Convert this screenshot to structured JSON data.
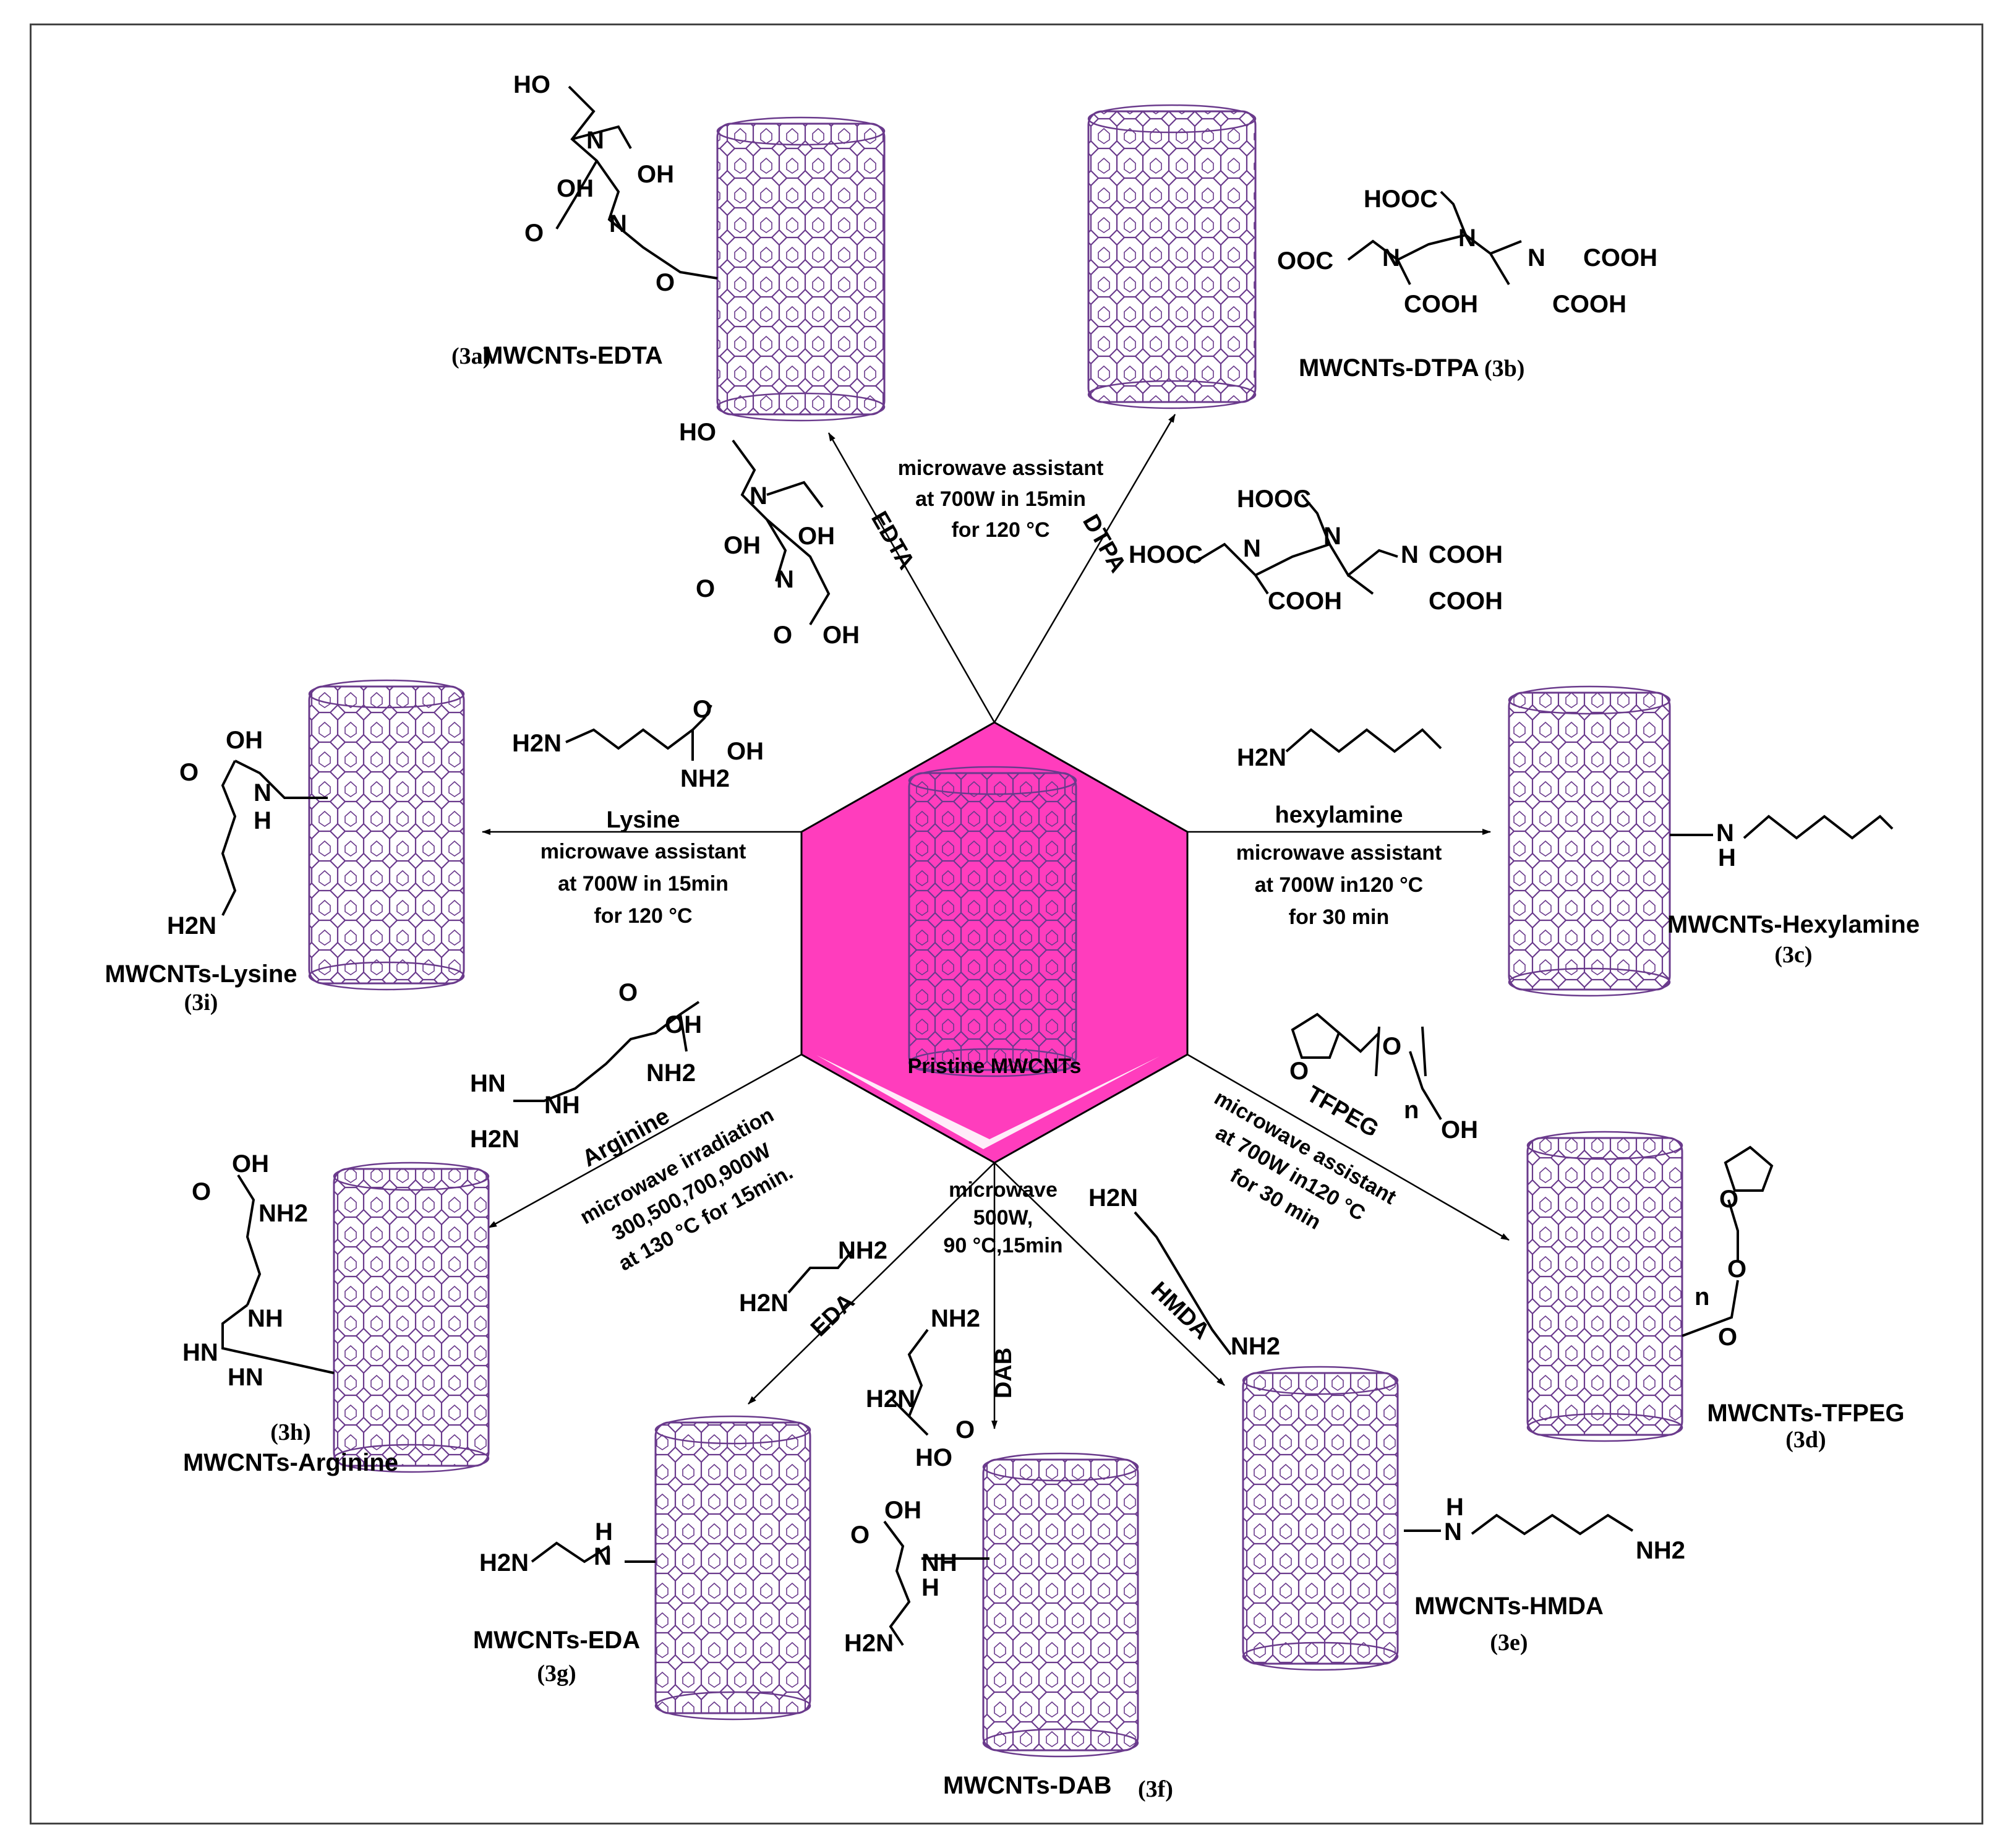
{
  "center": {
    "label": "Pristine MWCNTs",
    "hex_color": "#ff3dbd",
    "tube_color": "#6a3a8c"
  },
  "reagents": {
    "edta": "EDTA",
    "dtpa": "DTPA",
    "lysine": "Lysine",
    "hexylamine": "hexylamine",
    "arginine": "Arginine",
    "tfpeg": "TFPEG",
    "eda": "EDA",
    "dab": "DAB",
    "hmda": "HMDA"
  },
  "conditions": {
    "top": [
      "microwave assistant",
      "at 700W in 15min",
      "for 120 °C"
    ],
    "left": [
      "microwave assistant",
      "at 700W in 15min",
      "for 120 °C"
    ],
    "right": [
      "microwave assistant",
      "at 700W in120 °C",
      "for 30 min"
    ],
    "lower_left": [
      "microwave irradiation",
      "300,500,700,900W",
      "at 130 °C for 15min."
    ],
    "lower_right": [
      "microwave assistant",
      "at 700W in120 °C",
      "for 30 min"
    ],
    "bottom": [
      "microwave",
      "500W,",
      "90 °C,15min"
    ]
  },
  "products": {
    "p3a": {
      "name": "MWCNTs-EDTA",
      "code": "(3a)"
    },
    "p3b": {
      "name": "MWCNTs-DTPA",
      "code": "(3b)"
    },
    "p3c": {
      "name": "MWCNTs-Hexylamine",
      "code": "(3c)"
    },
    "p3d": {
      "name": "MWCNTs-TFPEG",
      "code": "(3d)"
    },
    "p3e": {
      "name": "MWCNTs-HMDA",
      "code": "(3e)"
    },
    "p3f": {
      "name": "MWCNTs-DAB",
      "code": "(3f)"
    },
    "p3g": {
      "name": "MWCNTs-EDA",
      "code": "(3g)"
    },
    "p3h": {
      "name": "MWCNTs-Arginine",
      "code": "(3h)"
    },
    "p3i": {
      "name": "MWCNTs-Lysine",
      "code": "(3i)"
    }
  },
  "atoms": {
    "ho": "HO",
    "oh": "OH",
    "o": "O",
    "n": "N",
    "h": "H",
    "nh": "NH",
    "hn": "HN",
    "h2n": "H2N",
    "nh2": "NH2",
    "hooc": "HOOC",
    "cooh": "COOH",
    "ooc": "OOC",
    "n_sub": "n"
  }
}
